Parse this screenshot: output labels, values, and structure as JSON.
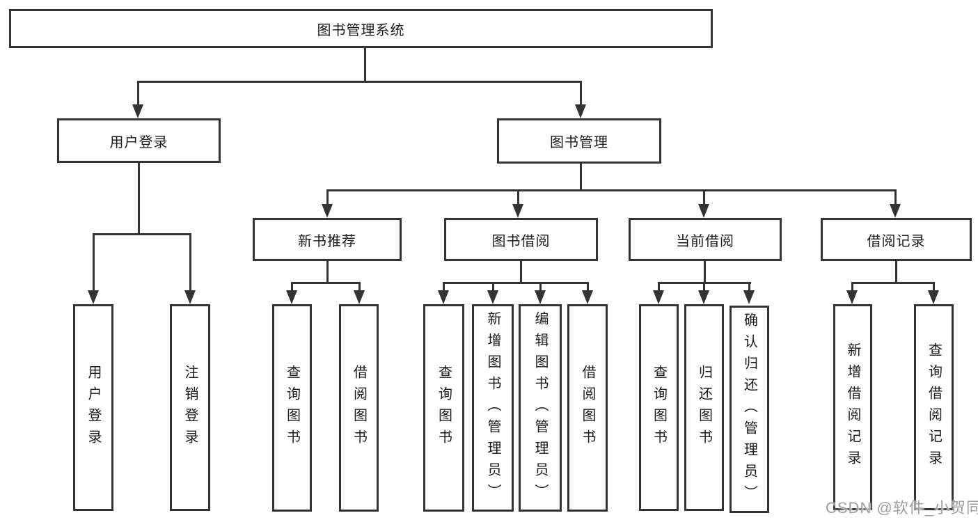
{
  "colors": {
    "line": "#333333",
    "text": "#1a1a1a",
    "watermark": "#9e9e9e",
    "bg": "#ffffff"
  },
  "diagram": {
    "root": {
      "label": "图书管理系统"
    },
    "level2": [
      {
        "label": "用户登录"
      },
      {
        "label": "图书管理"
      }
    ],
    "level3": [
      {
        "label": "新书推荐"
      },
      {
        "label": "图书借阅"
      },
      {
        "label": "当前借阅"
      },
      {
        "label": "借阅记录"
      }
    ],
    "leaves": {
      "user": [
        {
          "label": "用户登录"
        },
        {
          "label": "注销登录"
        }
      ],
      "newbook": [
        {
          "label": "查询图书"
        },
        {
          "label": "借阅图书"
        }
      ],
      "borrow": [
        {
          "label": "查询图书"
        },
        {
          "label": "新增图书（管理员）"
        },
        {
          "label": "编辑图书（管理员）"
        },
        {
          "label": "借阅图书"
        }
      ],
      "current": [
        {
          "label": "查询图书"
        },
        {
          "label": "归还图书"
        },
        {
          "label": "确认归还（管理员）"
        }
      ],
      "records": [
        {
          "label": "新增借阅记录"
        },
        {
          "label": "查询借阅记录"
        }
      ]
    }
  },
  "watermark": {
    "text": "CSDN @软件_小贺同学"
  }
}
